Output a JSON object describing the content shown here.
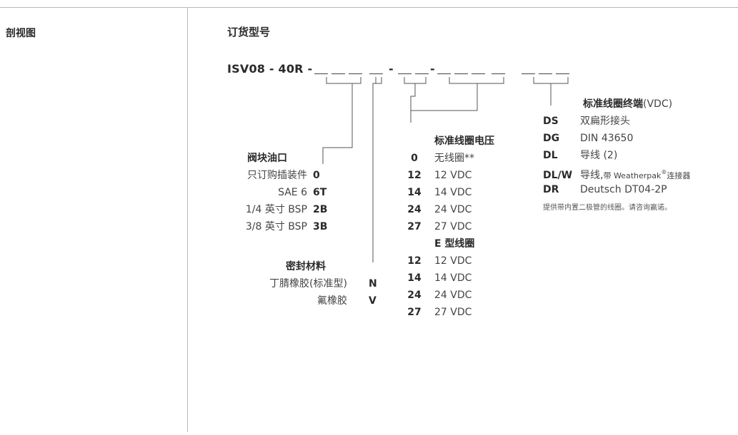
{
  "section": "剖视图",
  "title": "订货型号",
  "model": {
    "prefix": "ISV08 - 40R -",
    "sep": "-"
  },
  "port": {
    "heading": "阀块油口",
    "rows": [
      {
        "label": "只订购插装件",
        "code": "0"
      },
      {
        "label": "SAE 6",
        "code": "6T"
      },
      {
        "label": "1/4 英寸 BSP",
        "code": "2B"
      },
      {
        "label": "3/8 英寸 BSP",
        "code": "3B"
      }
    ]
  },
  "seal": {
    "heading": "密封材料",
    "rows": [
      {
        "label": "丁腈橡胶(标准型)",
        "code": "N"
      },
      {
        "label": "氟橡胶",
        "code": "V"
      }
    ]
  },
  "voltage": {
    "heading": "标准线圈电压",
    "rows": [
      {
        "code": "0",
        "label": "无线圈**"
      },
      {
        "code": "12",
        "label": "12 VDC"
      },
      {
        "code": "14",
        "label": "14 VDC"
      },
      {
        "code": "24",
        "label": "24 VDC"
      },
      {
        "code": "27",
        "label": "27 VDC"
      }
    ]
  },
  "ecoil": {
    "heading": "E 型线圈",
    "rows": [
      {
        "code": "12",
        "label": "12 VDC"
      },
      {
        "code": "14",
        "label": "14 VDC"
      },
      {
        "code": "24",
        "label": "24 VDC"
      },
      {
        "code": "27",
        "label": "27 VDC"
      }
    ]
  },
  "term": {
    "heading": "标准线圈终端",
    "heading_unit": " (VDC)",
    "rows": [
      {
        "code": "DS",
        "label": "双扁形接头"
      },
      {
        "code": "DG",
        "label": "DIN 43650"
      },
      {
        "code": "DL",
        "label": "导线 (2)"
      },
      {
        "code": "DL/W",
        "label": "导线,",
        "label_small": " 带 Weatherpak",
        "reg": "®",
        "label_small2": " 连接器"
      },
      {
        "code": "DR",
        "label": "Deutsch DT04-2P"
      }
    ],
    "note": "提供带内置二极管的线圈。请咨询赢诺。"
  }
}
